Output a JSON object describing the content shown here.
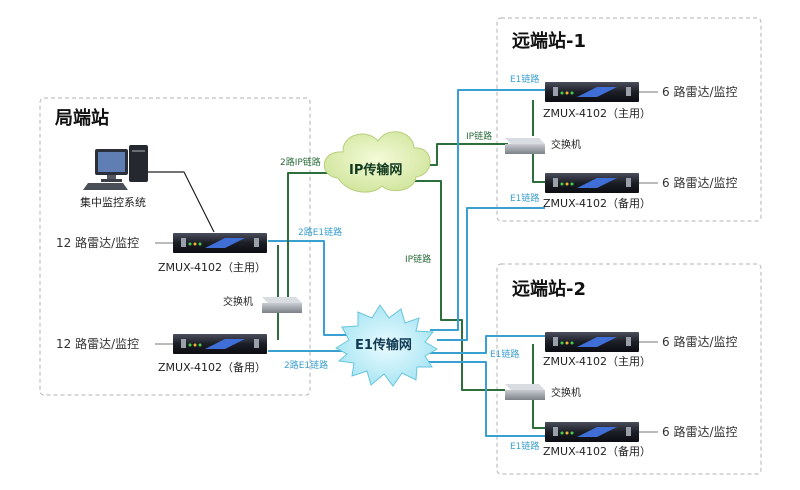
{
  "sites": {
    "local": {
      "title": "局端站"
    },
    "remote1": {
      "title": "远端站-1"
    },
    "remote2": {
      "title": "远端站-2"
    }
  },
  "local": {
    "monitor_system": "集中监控系统",
    "channel_main": "12 路雷达/监控",
    "channel_backup": "12 路雷达/监控",
    "device_main": "ZMUX-4102（主用）",
    "device_backup": "ZMUX-4102（备用）",
    "switch": "交换机"
  },
  "remote1": {
    "channel_main": "6 路雷达/监控",
    "channel_backup": "6 路雷达/监控",
    "device_main": "ZMUX-4102（主用）",
    "device_backup": "ZMUX-4102（备用）",
    "switch": "交换机"
  },
  "remote2": {
    "channel_main": "6 路雷达/监控",
    "channel_backup": "6 路雷达/监控",
    "device_main": "ZMUX-4102（主用）",
    "device_backup": "ZMUX-4102（备用）",
    "switch": "交换机"
  },
  "networks": {
    "ip": "IP传输网",
    "e1": "E1传输网"
  },
  "links": {
    "ip_2": "2路IP链路",
    "e1_2_main": "2路E1链路",
    "e1_2_backup": "2路E1链路",
    "ip_to_r1": "IP链路",
    "ip_to_r2": "IP链路",
    "e1_r1_main": "E1链路",
    "e1_r1_backup": "E1链路",
    "e1_r2_main": "E1链路",
    "e1_r2_backup": "E1链路"
  },
  "colors": {
    "e1_link": "#3a9fd1",
    "ip_link": "#2d6e3d",
    "site_border": "#b3b3b3"
  }
}
